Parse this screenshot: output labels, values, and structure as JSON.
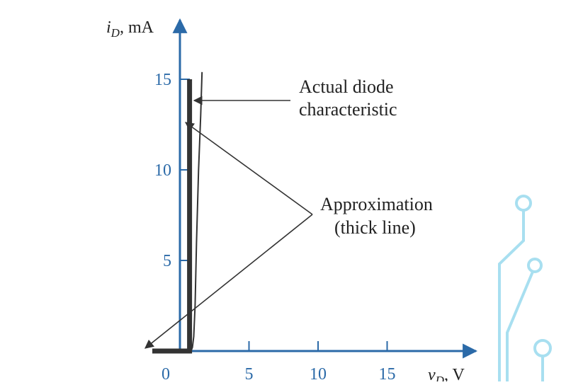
{
  "chart_data": {
    "type": "line",
    "x_axis": {
      "label_var": "v",
      "label_sub": "D",
      "label_unit": ", V",
      "ticks": [
        0,
        5,
        10,
        15
      ],
      "tick_labels": [
        "0",
        "5",
        "10",
        "15"
      ]
    },
    "y_axis": {
      "label_var": "i",
      "label_sub": "D",
      "label_unit": ", mA",
      "ticks": [
        5,
        10,
        15
      ],
      "tick_labels": [
        "5",
        "10",
        "15"
      ]
    },
    "series": [
      {
        "role": "actual",
        "points": [
          [
            -2,
            0
          ],
          [
            0.8,
            0
          ],
          [
            0.9,
            0.2
          ],
          [
            1.0,
            0.8
          ],
          [
            1.1,
            2.5
          ],
          [
            1.2,
            6
          ],
          [
            1.35,
            10
          ],
          [
            1.5,
            13
          ],
          [
            1.6,
            15.4
          ]
        ]
      },
      {
        "role": "approximation",
        "points": [
          [
            -2,
            0
          ],
          [
            0.7,
            0
          ],
          [
            0.7,
            15
          ]
        ]
      }
    ],
    "annotations": [
      {
        "lines": [
          "Actual diode",
          "characteristic"
        ]
      },
      {
        "lines": [
          "Approximation",
          "(thick line)"
        ]
      }
    ]
  },
  "colors": {
    "axis": "#2b6aa8",
    "curve": "#333333",
    "decor": "#a8dff0"
  }
}
